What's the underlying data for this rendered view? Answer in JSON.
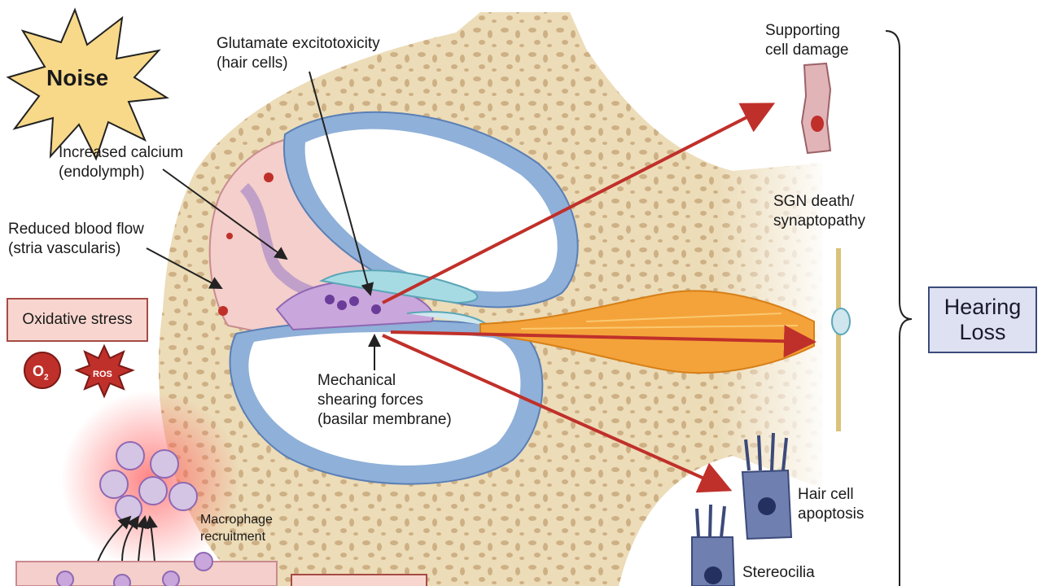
{
  "labels": {
    "noise": "Noise",
    "glutamate": [
      "Glutamate excitotoxicity",
      "(hair cells)"
    ],
    "calcium": [
      "Increased calcium",
      "(endolymph)"
    ],
    "blood": [
      "Reduced blood flow",
      "(stria vascularis)"
    ],
    "oxidative": "Oxidative stress",
    "o2": "O",
    "ros": "ROS",
    "mechanical": [
      "Mechanical",
      "shearing forces",
      "(basilar membrane)"
    ],
    "macrophage": [
      "Macrophage",
      "recruitment"
    ],
    "supporting": [
      "Supporting",
      "cell damage"
    ],
    "sgn": [
      "SGN death/",
      "synaptopathy"
    ],
    "haircell": [
      "Hair cell",
      "apoptosis"
    ],
    "stereocilia": [
      "Stereocilia"
    ],
    "hearing_loss": [
      "Hearing",
      "Loss"
    ]
  },
  "colors": {
    "bone": "#ecdcb8",
    "bone_dots": "#c9a87c",
    "duct_blue": "#8fb0d8",
    "stria_pink": "#f4cfcb",
    "arrow_red": "#c0302a",
    "nerve_orange": "#f4a33a",
    "box_fill": "#f8d6cf",
    "hearing_loss_fill": "#dde1f1"
  }
}
